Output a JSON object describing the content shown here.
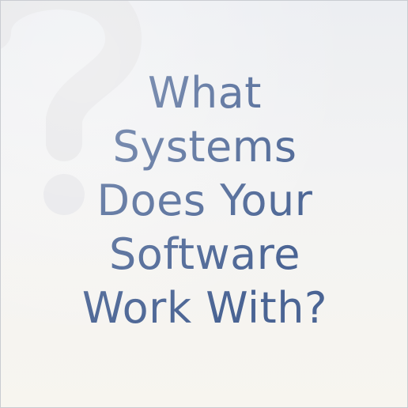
{
  "slide": {
    "title_lines": [
      "What",
      "Systems",
      "Does Your",
      "Software",
      "Work With?"
    ]
  },
  "colors": {
    "title_text": "#4a6494",
    "background_top": "#eceef2",
    "background_bottom": "#f7f5ef",
    "border": "#c9ccd1"
  },
  "icons": {
    "background_watermark": "question-mark-watermark-icon"
  }
}
